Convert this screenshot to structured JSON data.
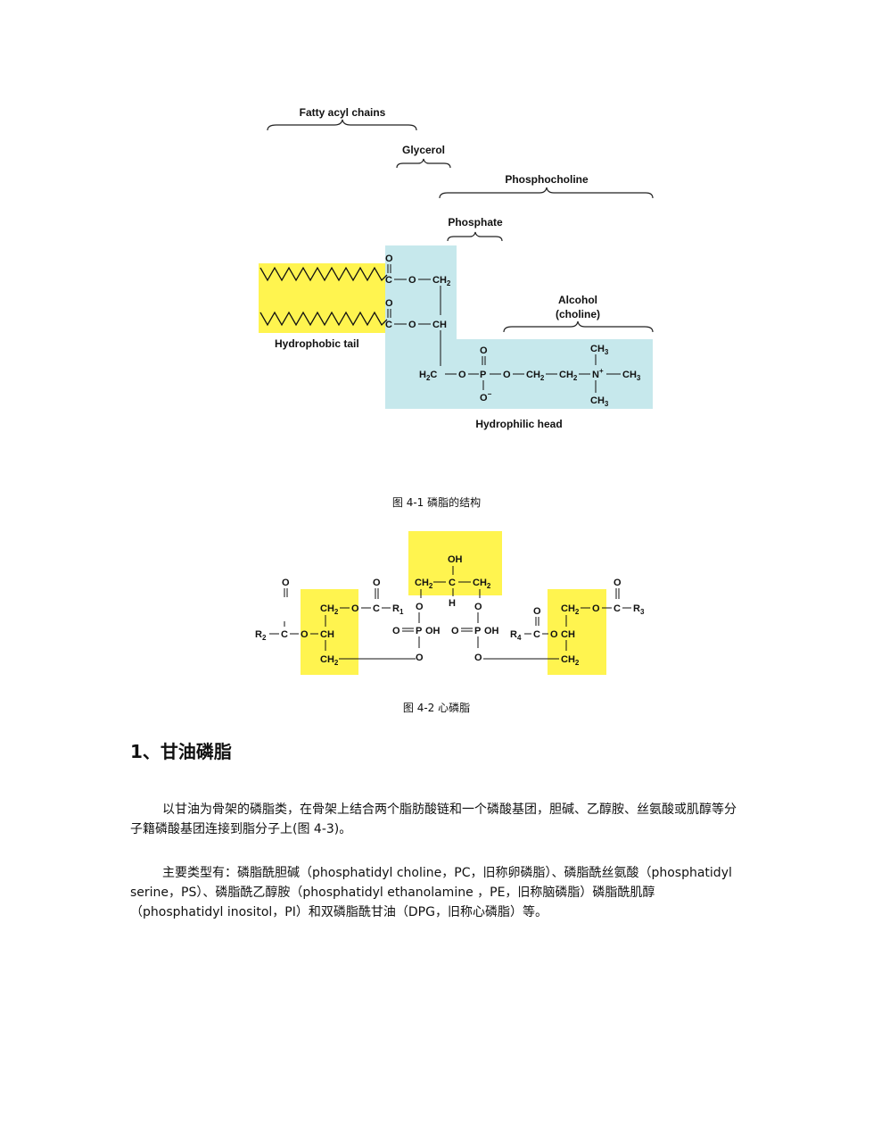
{
  "figure1": {
    "label_fatty_acyl": "Fatty acyl chains",
    "label_glycerol": "Glycerol",
    "label_phosphocholine": "Phosphocholine",
    "label_phosphate": "Phosphate",
    "label_alcohol": "Alcohol",
    "label_choline": "(choline)",
    "label_hydrophobic_tail": "Hydrophobic tail",
    "label_hydrophilic_head": "Hydrophilic head",
    "caption": "图 4-1 磷脂的结构"
  },
  "figure2": {
    "caption": "图 4-2 心磷脂"
  },
  "colors": {
    "tail_yellow": "#fff44f",
    "head_blue": "#c6e8ec"
  },
  "section": {
    "heading": "1、甘油磷脂",
    "para1": "以甘油为骨架的磷脂类，在骨架上结合两个脂肪酸链和一个磷酸基团，胆碱、乙醇胺、丝氨酸或肌醇等分子籍磷酸基团连接到脂分子上(图 4-3)。",
    "para2": "主要类型有：磷脂酰胆碱（phosphatidyl choline，PC，旧称卵磷脂）、磷脂酰丝氨酸（phosphatidyl serine，PS）、磷脂酰乙醇胺（phosphatidyl ethanolamine ，PE，旧称脑磷脂）磷脂酰肌醇（phosphatidyl inositol，PI）和双磷脂酰甘油（DPG，旧称心磷脂）等。"
  }
}
